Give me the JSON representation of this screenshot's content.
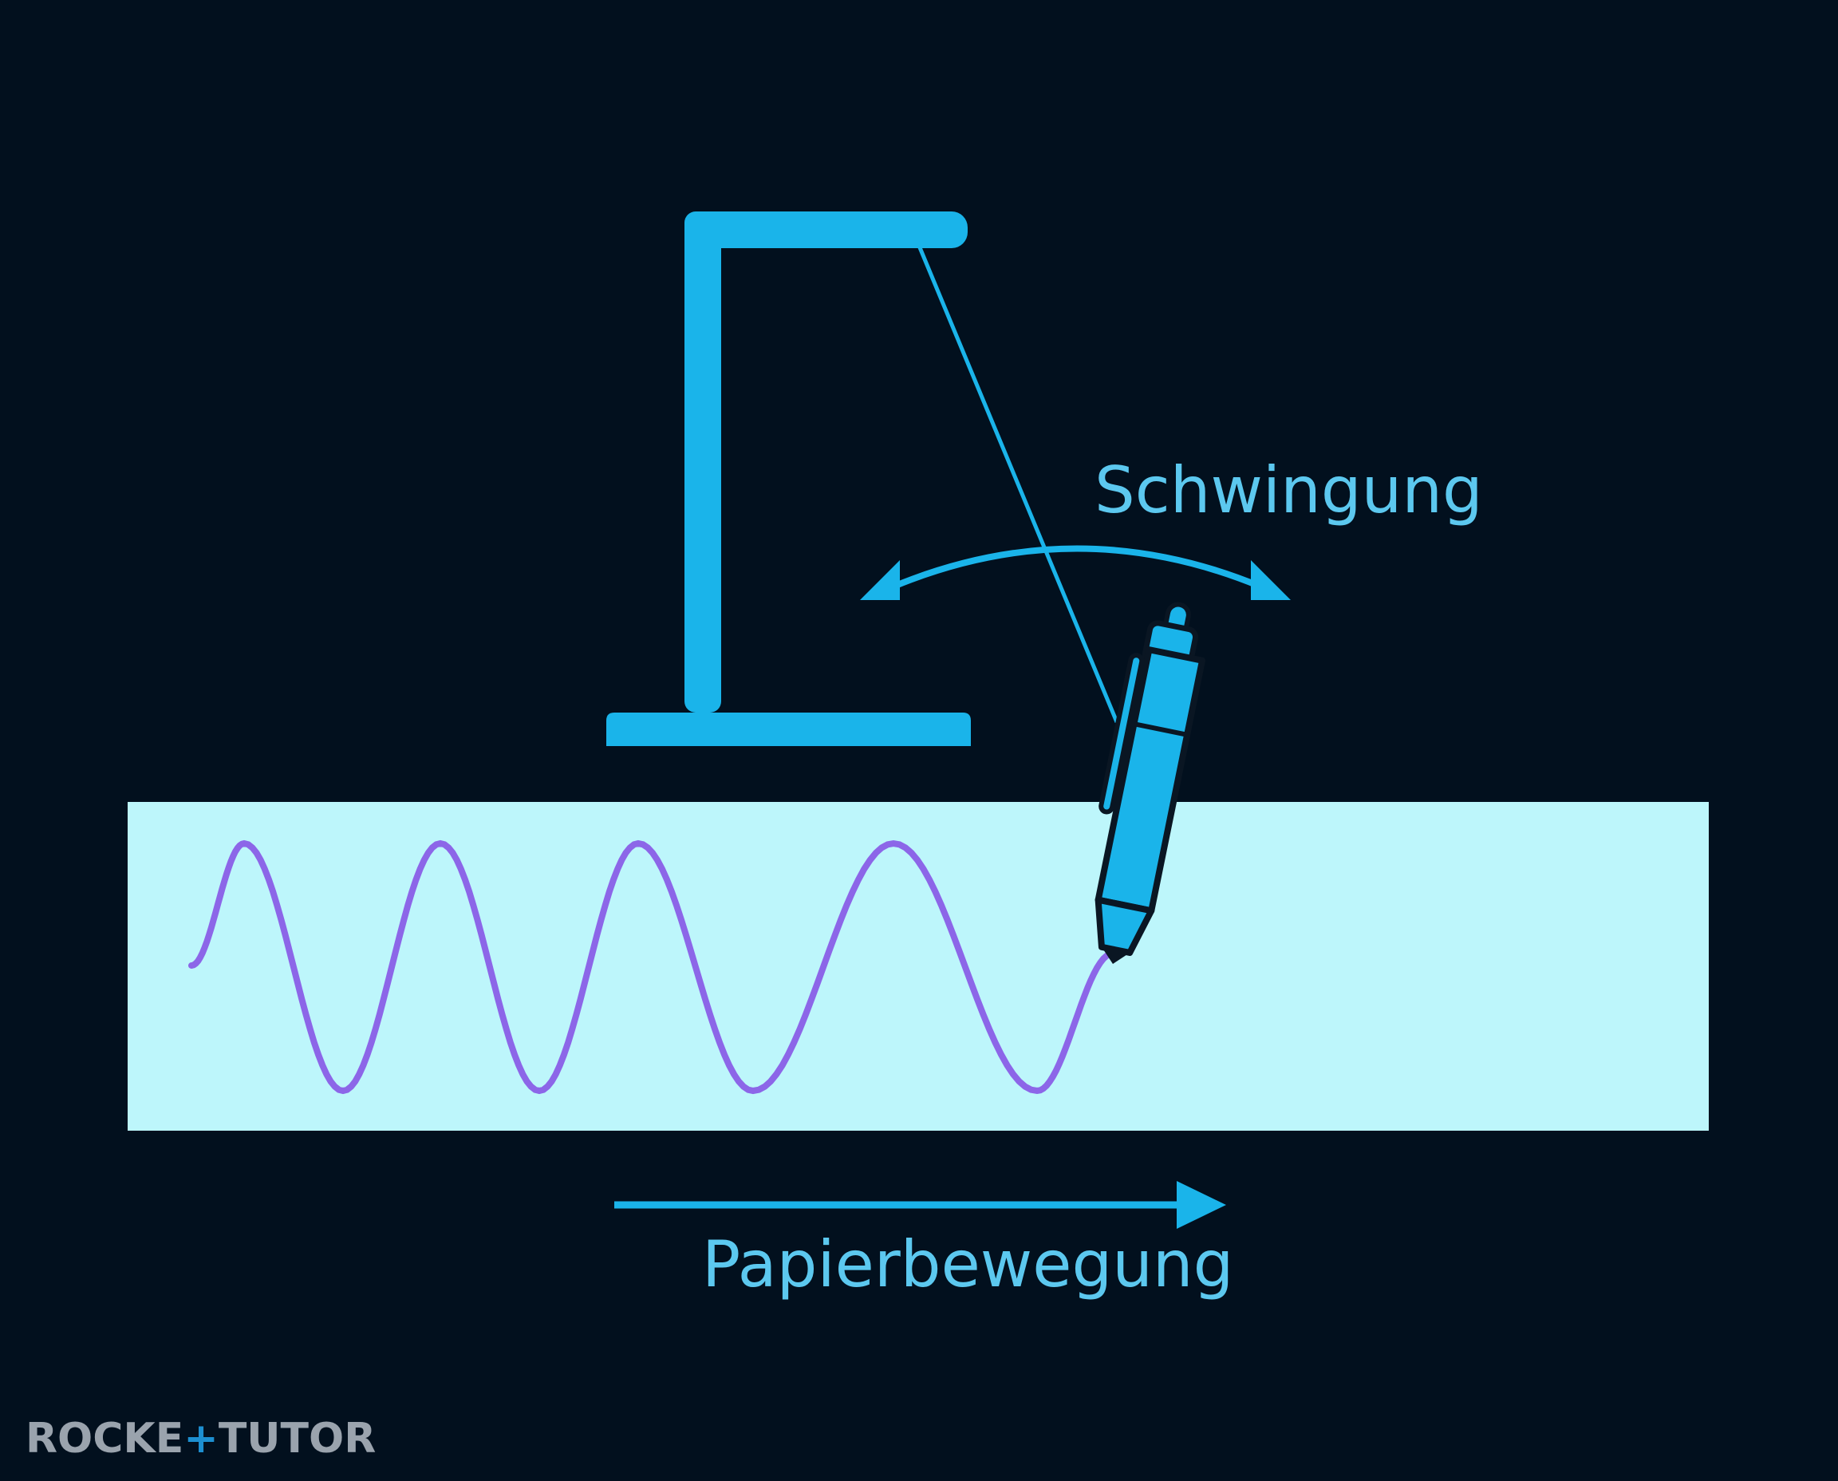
{
  "labels": {
    "oscillation": "Schwingung",
    "paper_motion": "Papierbewegung"
  },
  "brand": {
    "part1": "ROCKE",
    "part2": "TUTO",
    "part3": "R"
  },
  "colors": {
    "background": "#02101e",
    "accent": "#1ab4ea",
    "label": "#5cc8ef",
    "paper": "#bdf6fb",
    "wave": "#8c66e8",
    "brand_gray": "#9aa3ad",
    "brand_accent": "#1d8fd0"
  },
  "icons": {
    "stand": "gallows-stand-icon",
    "pen": "pen-icon",
    "swing_arrow": "double-headed-curved-arrow-icon",
    "motion_arrow": "right-arrow-icon"
  }
}
